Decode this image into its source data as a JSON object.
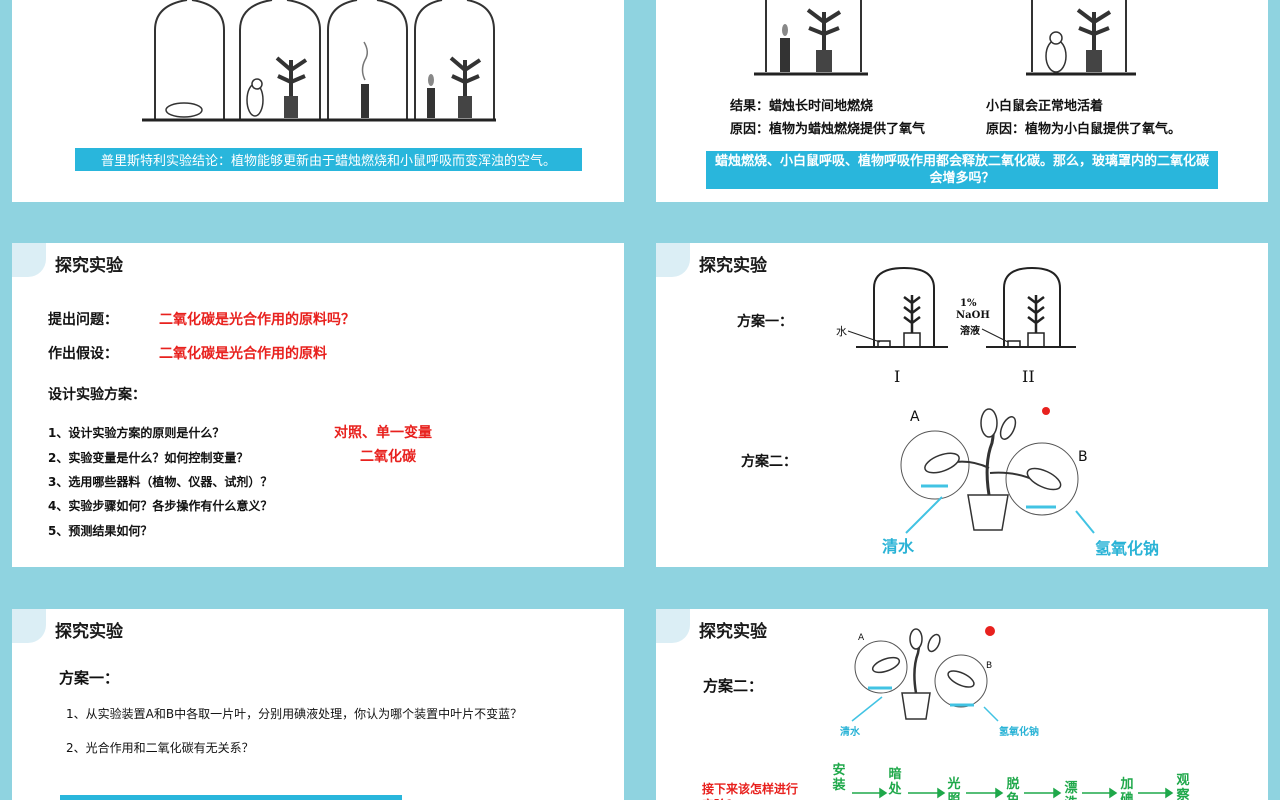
{
  "slide1": {
    "conclusion": "普里斯特利实验结论：植物能够更新由于蜡烛燃烧和小鼠呼吸而变浑浊的空气。"
  },
  "slide2": {
    "result_left": "结果：蜡烛长时间地燃烧",
    "reason_left": "原因：植物为蜡烛燃烧提供了氧气",
    "result_right": "小白鼠会正常地活着",
    "reason_right": "原因：植物为小白鼠提供了氧气。",
    "banner": "蜡烛燃烧、小白鼠呼吸、植物呼吸作用都会释放二氧化碳。那么，玻璃罩内的二氧化碳会增多吗？"
  },
  "slide3": {
    "title": "探究实验",
    "question_label": "提出问题：",
    "question_value": "二氧化碳是光合作用的原料吗？",
    "hypothesis_label": "作出假设：",
    "hypothesis_value": "二氧化碳是光合作用的原料",
    "design_label": "设计实验方案：",
    "items": [
      "1、设计实验方案的原则是什么？",
      "2、实验变量是什么？如何控制变量？",
      "3、选用哪些器料（植物、仪器、试剂）？",
      "4、实验步骤如何？各步操作有什么意义？",
      "5、预测结果如何？"
    ],
    "answer1": "对照、单一变量",
    "answer2": "二氧化碳"
  },
  "slide4": {
    "title": "探究实验",
    "plan1_label": "方案一：",
    "plan2_label": "方案二：",
    "water_label": "水",
    "naoh_label_1": "1%",
    "naoh_label_2": "NaOH",
    "naoh_label_3": "溶液",
    "numeral_1": "I",
    "numeral_2": "II",
    "a_label": "A",
    "b_label": "B",
    "clear_water": "清水",
    "naoh": "氢氧化钠"
  },
  "slide5": {
    "title": "探究实验",
    "plan1_label": "方案一：",
    "q1": "1、从实验装置A和B中各取一片叶，分别用碘液处理，你认为哪个装置中叶片不变蓝？",
    "q2": "2、光合作用和二氧化碳有无关系？"
  },
  "slide6": {
    "title": "探究实验",
    "plan2_label": "方案二：",
    "a_label": "A",
    "b_label": "B",
    "clear_water": "清水",
    "naoh": "氢氧化钠",
    "next_prompt": "接下来该怎样进行实验？",
    "flow": [
      "安装",
      "暗处",
      "光照",
      "脱色",
      "漂洗",
      "加碘",
      "观察"
    ]
  }
}
